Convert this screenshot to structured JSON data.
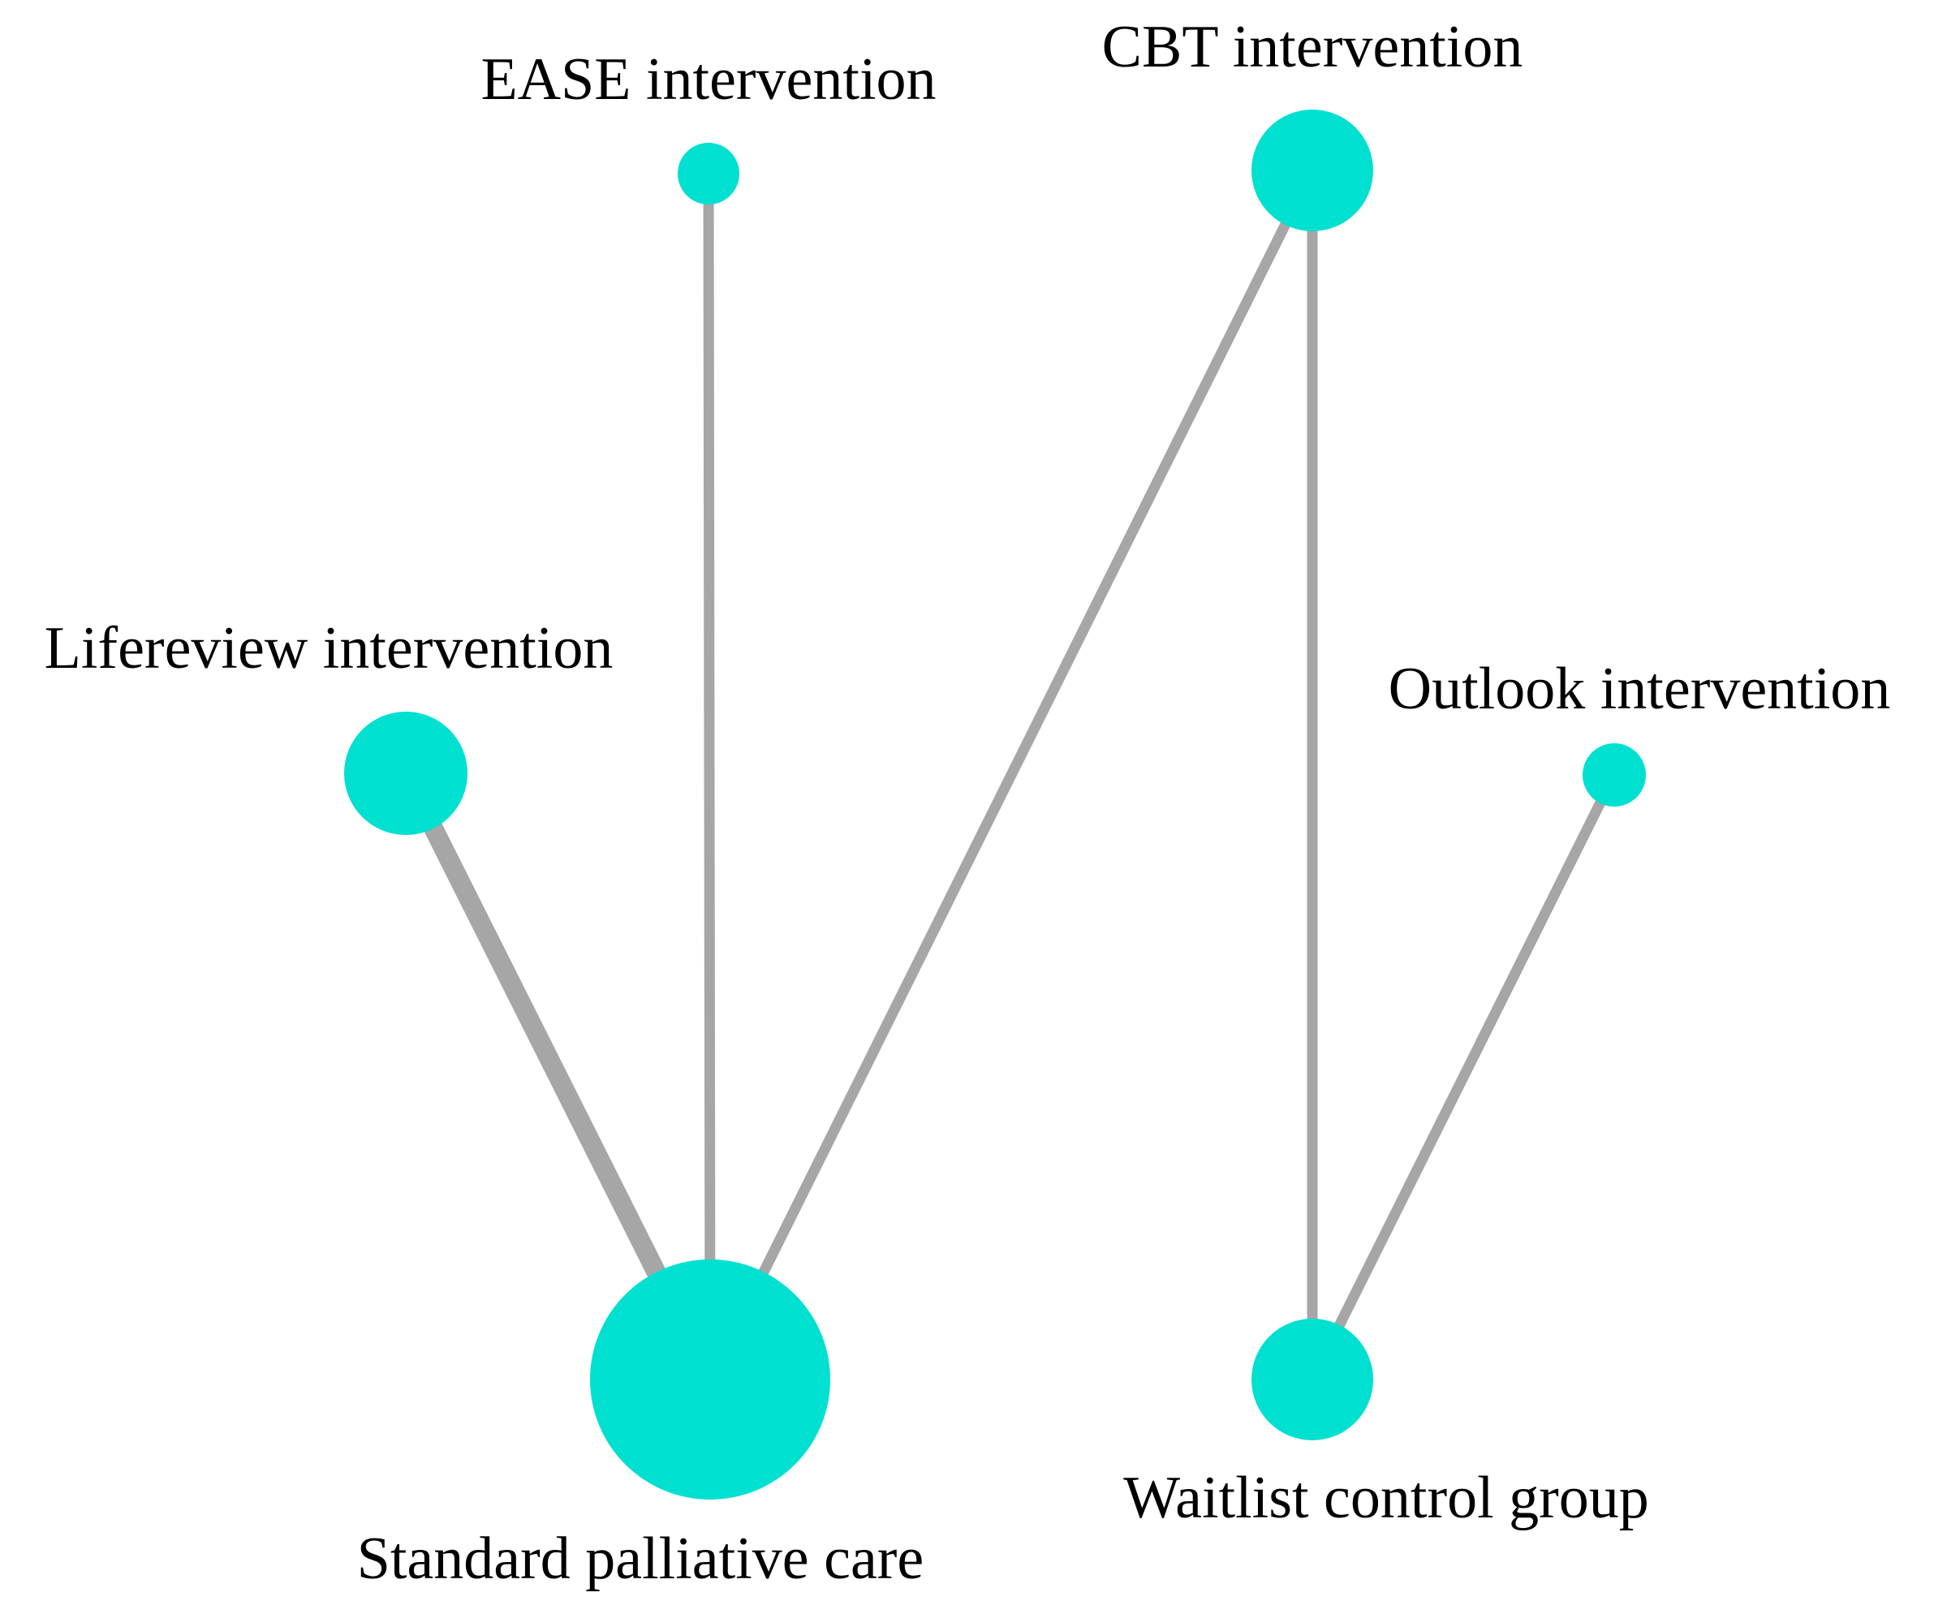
{
  "colors": {
    "node_fill": "#00e0d0",
    "edge_stroke": "#a6a6a6",
    "label_text": "#000000"
  },
  "nodes": [
    {
      "id": "ease",
      "label": "EASE intervention"
    },
    {
      "id": "cbt",
      "label": "CBT intervention"
    },
    {
      "id": "lifereview",
      "label": "Lifereview intervention"
    },
    {
      "id": "outlook",
      "label": "Outlook intervention"
    },
    {
      "id": "standard",
      "label": "Standard palliative care"
    },
    {
      "id": "waitlist",
      "label": "Waitlist control group"
    }
  ],
  "edges": [
    {
      "from": "lifereview",
      "to": "standard"
    },
    {
      "from": "ease",
      "to": "standard"
    },
    {
      "from": "cbt",
      "to": "standard"
    },
    {
      "from": "cbt",
      "to": "waitlist"
    },
    {
      "from": "outlook",
      "to": "waitlist"
    }
  ]
}
